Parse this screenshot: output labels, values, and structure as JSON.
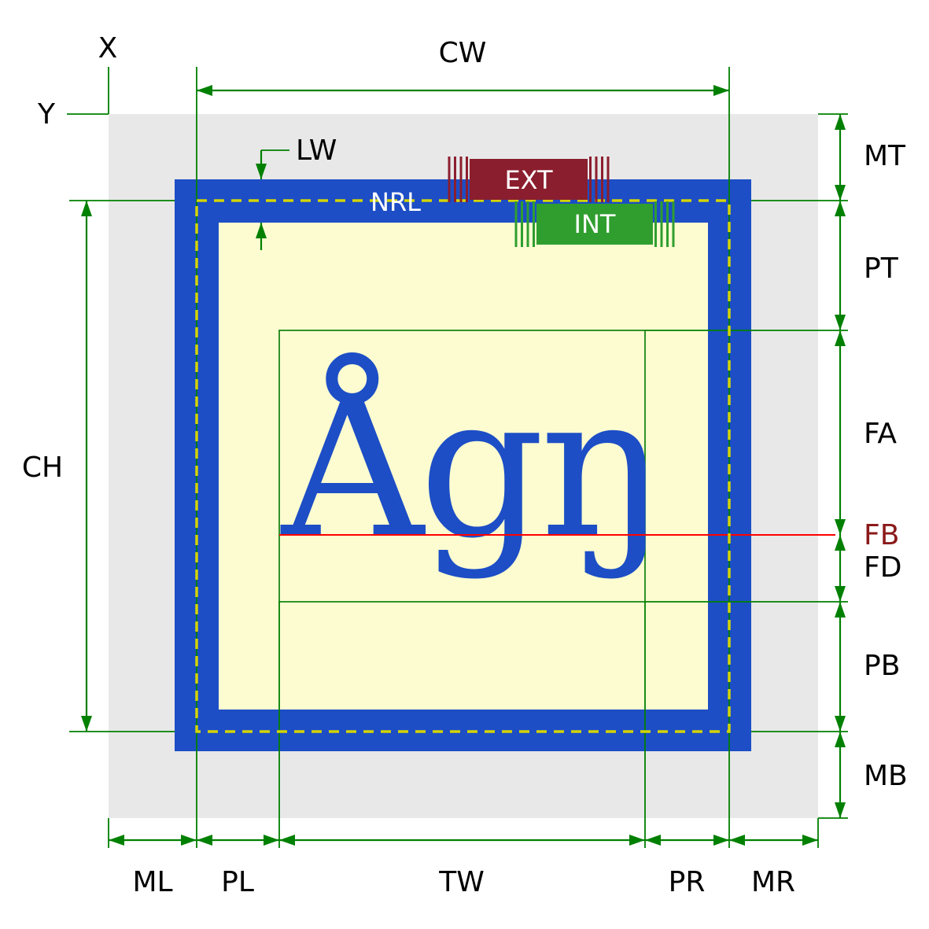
{
  "diagram": {
    "sample_text": "Ågŋ",
    "labels": {
      "x": "X",
      "y": "Y",
      "cw": "CW",
      "ch": "CH",
      "lw": "LW",
      "nrl": "NRL",
      "ext": "EXT",
      "int": "INT",
      "mt": "MT",
      "pt": "PT",
      "fa": "FA",
      "fb": "FB",
      "fd": "FD",
      "pb": "PB",
      "mb": "MB",
      "ml": "ML",
      "pl": "PL",
      "tw": "TW",
      "pr": "PR",
      "mr": "MR"
    },
    "colors": {
      "margin": "#e8e8e8",
      "border": "#1d4ec6",
      "padding": "#fcfcd0",
      "dimension": "#008000",
      "nrl_dash": "#d4d400",
      "ext_fill": "#8b1e2e",
      "int_fill": "#2f9e2f",
      "baseline": "#ff0000",
      "fb_label": "#8b1a1a",
      "glyph": "#1d4ec6"
    }
  }
}
